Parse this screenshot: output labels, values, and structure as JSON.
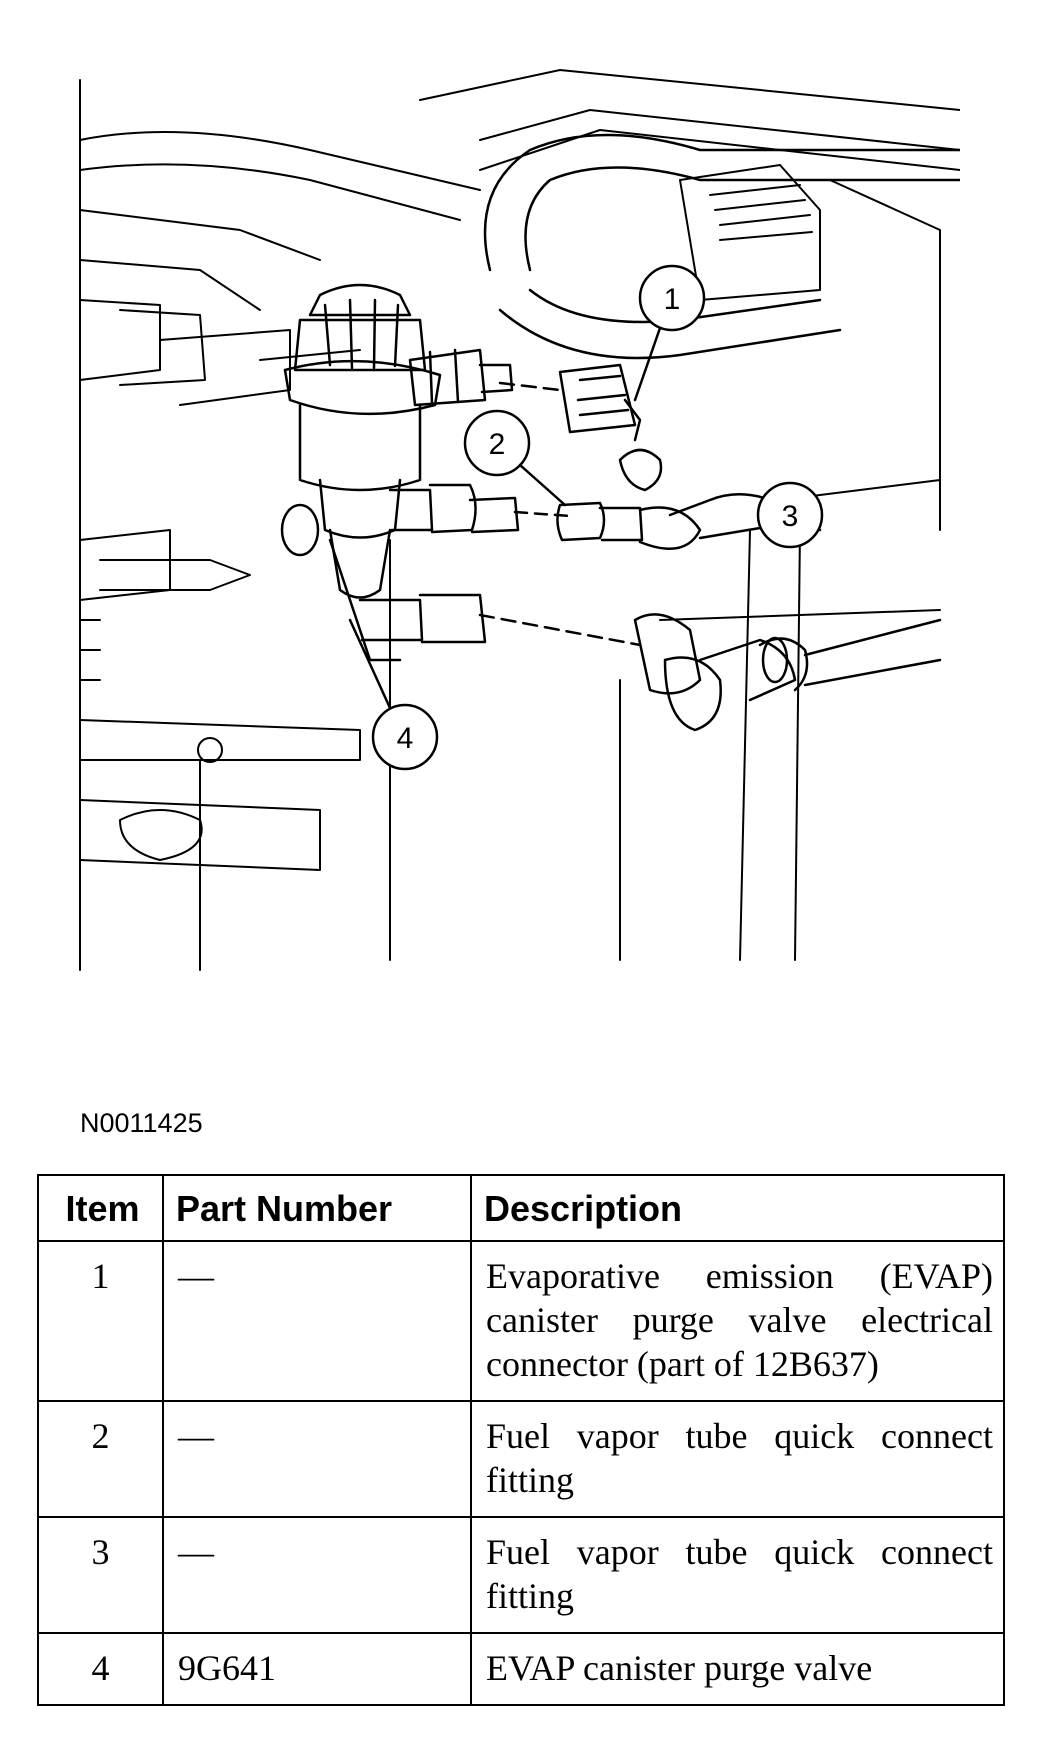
{
  "figure": {
    "id": "N0011425",
    "callouts": [
      "1",
      "2",
      "3",
      "4"
    ]
  },
  "table": {
    "headers": {
      "item": "Item",
      "part_number": "Part Number",
      "description": "Description"
    },
    "rows": [
      {
        "item": "1",
        "part_number": "—",
        "description": "Evaporative emission (EVAP) canister purge valve electrical connector (part of 12B637)"
      },
      {
        "item": "2",
        "part_number": "—",
        "description": "Fuel vapor tube quick connect fitting"
      },
      {
        "item": "3",
        "part_number": "—",
        "description": "Fuel vapor tube quick connect fitting"
      },
      {
        "item": "4",
        "part_number": "9G641",
        "description": "EVAP canister purge valve"
      }
    ]
  }
}
